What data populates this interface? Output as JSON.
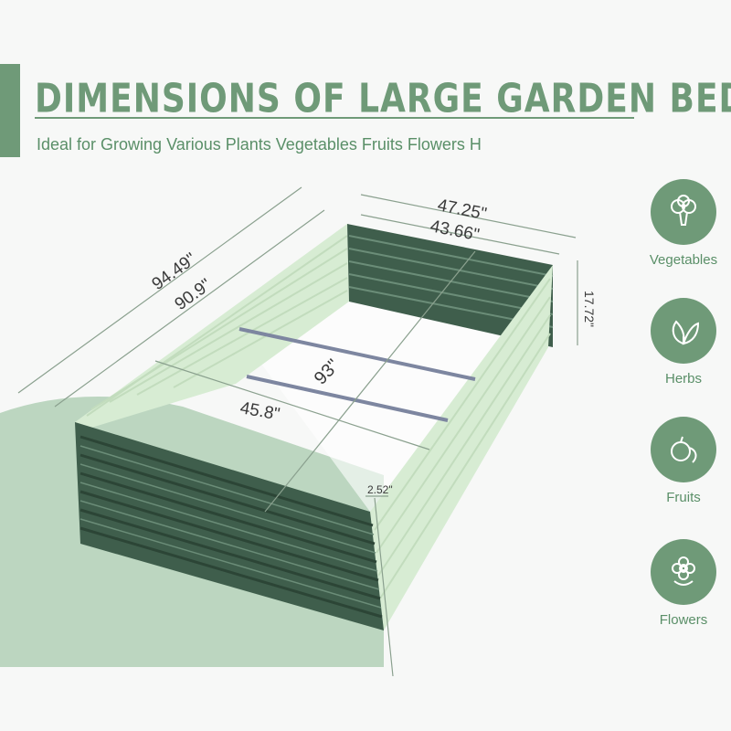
{
  "header": {
    "title": "DIMENSIONS OF LARGE GARDEN BED",
    "subtitle": "Ideal for Growing Various Plants Vegetables Fruits Flowers H"
  },
  "dimensions": {
    "outer_width": "47.25\"",
    "inner_width": "43.66\"",
    "outer_length": "94.49\"",
    "inner_length": "90.9\"",
    "height": "17.72\"",
    "diagonal": "93\"",
    "cross_width": "45.8\"",
    "wall_thickness": "2.52\""
  },
  "icons": [
    {
      "label": "Vegetables",
      "icon": "broccoli-icon"
    },
    {
      "label": "Herbs",
      "icon": "leaf-icon"
    },
    {
      "label": "Fruits",
      "icon": "fruit-icon"
    },
    {
      "label": "Flowers",
      "icon": "flower-icon"
    }
  ],
  "colors": {
    "brand_green": "#6f9a78",
    "panel_dark": "#3f5e4c",
    "panel_light": "#d7ecd3",
    "background_shape": "#bcd6c0"
  }
}
